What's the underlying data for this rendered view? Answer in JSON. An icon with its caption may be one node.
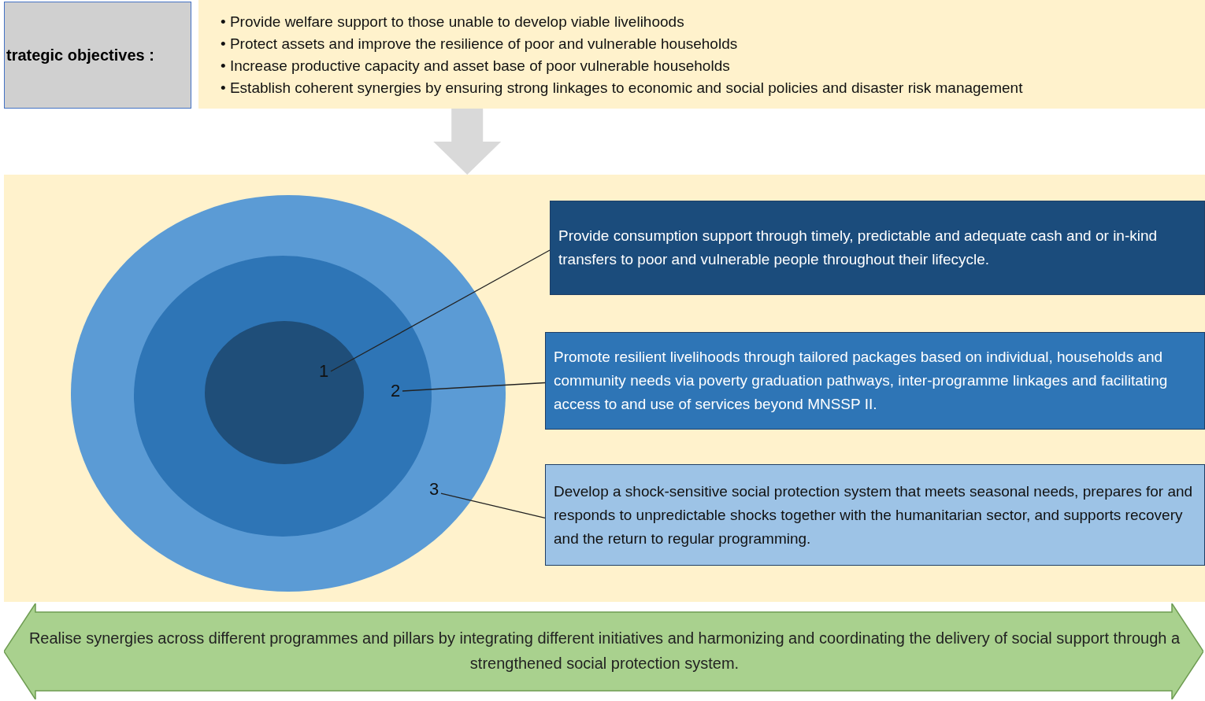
{
  "diagram": {
    "nodes": [
      {
        "text": [
          "trategic objectives :"
        ]
      },
      {
        "text": [
          "• Provide welfare support to those unable to develop viable livelihoods",
          "• Protect assets and improve the resilience of poor and vulnerable households",
          "• Increase productive capacity and asset base of poor vulnerable households",
          "• Establish coherent synergies by ensuring strong linkages to economic and social policies and disaster risk management"
        ]
      },
      {
        "text": [],
        "shape": "box"
      },
      {
        "text": [],
        "shape": "circle",
        "in": 2
      },
      {
        "text": [],
        "shape": "circle",
        "in": 3
      },
      {
        "text": [],
        "shape": "circle",
        "in": 4
      },
      {
        "text": [
          "1"
        ],
        "in": 5
      },
      {
        "text": [
          "Provide consumption support through timely, predictable and adequate cash and or in-kind transfers to poor and vulnerable people throughout their lifecycle."
        ],
        "in": 2
      },
      {
        "text": [
          "2"
        ],
        "in": 4
      },
      {
        "text": [
          "Promote resilient livelihoods through tailored packages based on individual, households and community needs via poverty graduation pathways, inter-programme linkages and facilitating access to and use of services beyond MNSSP II."
        ],
        "in": 2
      },
      {
        "text": [
          "3"
        ],
        "in": 3
      },
      {
        "text": [
          "Develop a shock-sensitive social protection system that meets seasonal needs, prepares for and responds to unpredictable shocks together with the humanitarian sector, and supports recovery and the return to regular programming."
        ],
        "in": 2
      },
      {
        "text": [
          "Realise synergies across different programmes and pillars by integrating different initiatives and harmonizing and coordinating the delivery of social support through a strengthened social protection system."
        ]
      }
    ],
    "edges": [
      {
        "from": 1,
        "to": 2,
        "arrow": "to",
        "style": "thick",
        "color": "#d9d9d9"
      },
      {
        "from": 6,
        "to": 7,
        "arrow": "none"
      },
      {
        "from": 8,
        "to": 9,
        "arrow": "none"
      },
      {
        "from": 10,
        "to": 11,
        "arrow": "none"
      }
    ]
  }
}
